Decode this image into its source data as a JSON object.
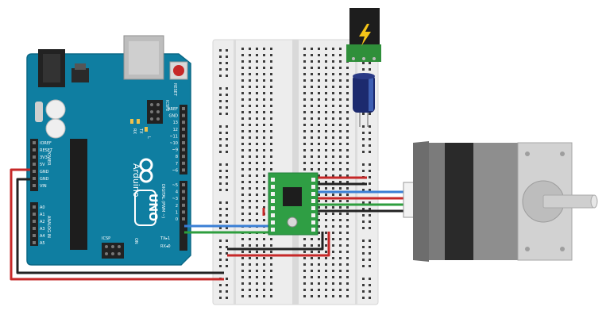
{
  "arduino": {
    "brand": "Arduino",
    "model": "UNO",
    "reset_label": "RESET",
    "icsp_label": "ICSP",
    "icsp2_label": "ICSP2",
    "on_label": "ON",
    "tx_label": "TX",
    "rx_label": "RX",
    "l_label": "L",
    "digital_label": "DIGITAL (PWM ~)",
    "tx_pin_label": "TX▸1",
    "rx_pin_label": "RX◂0",
    "power_label": "POWER",
    "analog_label": "ANALOG IN",
    "power_pins": [
      "IOREF",
      "RESET",
      "3V3",
      "5V",
      "GND",
      "GND",
      "VIN"
    ],
    "analog_pins": [
      "A0",
      "A1",
      "A2",
      "A3",
      "A4",
      "A5"
    ],
    "digital_pins": [
      "AREF",
      "GND",
      "13",
      "12",
      "~11",
      "~10",
      "~9",
      "8",
      "7",
      "~6",
      "~5",
      "4",
      "~3",
      "2",
      "1",
      "0"
    ]
  },
  "colors": {
    "arduino_blue": "#0f7ea1",
    "breadboard": "#eeeeee",
    "driver_green": "#2f9e44",
    "wire_red": "#c62828",
    "wire_black": "#222222",
    "wire_blue": "#3a7fd5",
    "wire_green": "#2e9e3e",
    "motor_grey": "#8a8a8a",
    "motor_dark": "#3a3a3a",
    "capacitor": "#1c2a6e"
  },
  "icons": {
    "power_jack": "lightning-bolt-icon",
    "capacitor": "electrolytic-capacitor-icon",
    "motor": "stepper-motor-icon"
  }
}
